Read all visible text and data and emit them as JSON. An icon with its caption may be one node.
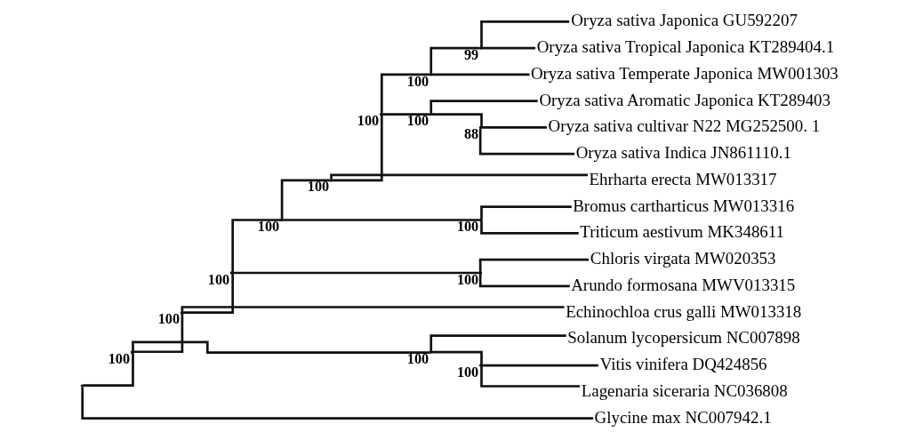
{
  "diagram": {
    "nodes": [
      {
        "text": [],
        "shape": "point"
      },
      {
        "text": [],
        "shape": "point",
        "beside": [
          "100"
        ]
      },
      {
        "text": [],
        "shape": "point",
        "beside": [
          "100"
        ]
      },
      {
        "text": [],
        "shape": "point",
        "beside": [
          "100"
        ]
      },
      {
        "text": [],
        "shape": "point",
        "beside": [
          "100"
        ]
      },
      {
        "text": [],
        "shape": "point",
        "beside": [
          "100"
        ]
      },
      {
        "text": [],
        "shape": "point",
        "beside": [
          "100"
        ]
      },
      {
        "text": [],
        "shape": "point",
        "beside": [
          "100"
        ]
      },
      {
        "text": [],
        "shape": "point",
        "beside": [
          "99"
        ]
      },
      {
        "text": [
          "Oryza sativa Japonica GU592207"
        ]
      },
      {
        "text": [
          "Oryza sativa Tropical Japonica KT289404.1"
        ]
      },
      {
        "text": [
          "Oryza sativa Temperate Japonica MW001303"
        ]
      },
      {
        "text": [],
        "shape": "point",
        "beside": [
          "100"
        ]
      },
      {
        "text": [
          "Oryza sativa Aromatic Japonica KT289403"
        ]
      },
      {
        "text": [],
        "shape": "point",
        "beside": [
          "88"
        ]
      },
      {
        "text": [
          "Oryza sativa cultivar N22 MG252500. 1"
        ]
      },
      {
        "text": [
          "Oryza sativa Indica JN861110.1"
        ]
      },
      {
        "text": [
          "Ehrharta erecta MW013317"
        ]
      },
      {
        "text": [],
        "shape": "point",
        "beside": [
          "100"
        ]
      },
      {
        "text": [
          "Bromus cartharticus MW013316"
        ]
      },
      {
        "text": [
          "Triticum aestivum MK348611"
        ]
      },
      {
        "text": [],
        "shape": "point",
        "beside": [
          "100"
        ]
      },
      {
        "text": [
          "Chloris virgata MW020353"
        ]
      },
      {
        "text": [
          "Arundo formosana MWV013315"
        ]
      },
      {
        "text": [
          "Echinochloa crus galli MW013318"
        ]
      },
      {
        "text": [],
        "shape": "point",
        "beside": [
          "100"
        ]
      },
      {
        "text": [
          "Solanum lycopersicum NC007898"
        ]
      },
      {
        "text": [],
        "shape": "point",
        "beside": [
          "100"
        ]
      },
      {
        "text": [
          "Vitis vinifera DQ424856"
        ]
      },
      {
        "text": [
          "Lagenaria siceraria NC036808"
        ]
      },
      {
        "text": [
          "Glycine max NC007942.1"
        ]
      }
    ],
    "edges": [
      {
        "from": 0,
        "to": 1,
        "arrow": "none"
      },
      {
        "from": 1,
        "to": 2,
        "arrow": "none"
      },
      {
        "from": 2,
        "to": 3,
        "arrow": "none"
      },
      {
        "from": 3,
        "to": 4,
        "arrow": "none"
      },
      {
        "from": 4,
        "to": 5,
        "arrow": "none"
      },
      {
        "from": 5,
        "to": 6,
        "arrow": "none"
      },
      {
        "from": 6,
        "to": 7,
        "arrow": "none"
      },
      {
        "from": 7,
        "to": 8,
        "arrow": "none"
      },
      {
        "from": 8,
        "to": 9,
        "arrow": "none"
      },
      {
        "from": 8,
        "to": 10,
        "arrow": "none"
      },
      {
        "from": 7,
        "to": 11,
        "arrow": "none"
      },
      {
        "from": 6,
        "to": 12,
        "arrow": "none"
      },
      {
        "from": 12,
        "to": 13,
        "arrow": "none"
      },
      {
        "from": 12,
        "to": 14,
        "arrow": "none"
      },
      {
        "from": 14,
        "to": 15,
        "arrow": "none"
      },
      {
        "from": 14,
        "to": 16,
        "arrow": "none"
      },
      {
        "from": 5,
        "to": 17,
        "arrow": "none"
      },
      {
        "from": 4,
        "to": 18,
        "arrow": "none"
      },
      {
        "from": 18,
        "to": 19,
        "arrow": "none"
      },
      {
        "from": 18,
        "to": 20,
        "arrow": "none"
      },
      {
        "from": 3,
        "to": 21,
        "arrow": "none"
      },
      {
        "from": 21,
        "to": 22,
        "arrow": "none"
      },
      {
        "from": 21,
        "to": 23,
        "arrow": "none"
      },
      {
        "from": 2,
        "to": 24,
        "arrow": "none"
      },
      {
        "from": 1,
        "to": 25,
        "arrow": "none"
      },
      {
        "from": 25,
        "to": 26,
        "arrow": "none"
      },
      {
        "from": 25,
        "to": 27,
        "arrow": "none"
      },
      {
        "from": 27,
        "to": 28,
        "arrow": "none"
      },
      {
        "from": 27,
        "to": 29,
        "arrow": "none"
      },
      {
        "from": 0,
        "to": 30,
        "arrow": "none"
      }
    ]
  }
}
